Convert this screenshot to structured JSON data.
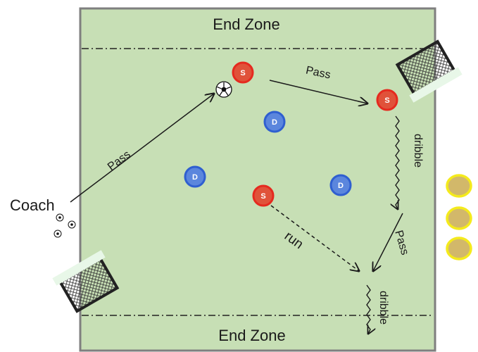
{
  "field": {
    "top_zone_label": "End Zone",
    "bottom_zone_label": "End Zone",
    "field_color": "#c7dfb5",
    "border_color": "#7f7f7f"
  },
  "coach": {
    "label": "Coach"
  },
  "players": {
    "striker_label": "S",
    "defender_label": "D",
    "striker_color": "#e0523a",
    "striker_ring": "#e52a1f",
    "defender_color": "#5b86dd",
    "defender_ring": "#2f5fd0"
  },
  "actions": {
    "pass_1": "Pass",
    "pass_2": "Pass",
    "pass_3": "Pass",
    "dribble_1": "dribble",
    "dribble_2": "dribble",
    "run": "run"
  },
  "cones": {
    "color": "#d2b86a",
    "ring": "#f4ea1c"
  },
  "icons": {
    "ball": "soccer-ball-icon",
    "goal": "goal-net-icon",
    "cone": "cone-marker-icon"
  }
}
